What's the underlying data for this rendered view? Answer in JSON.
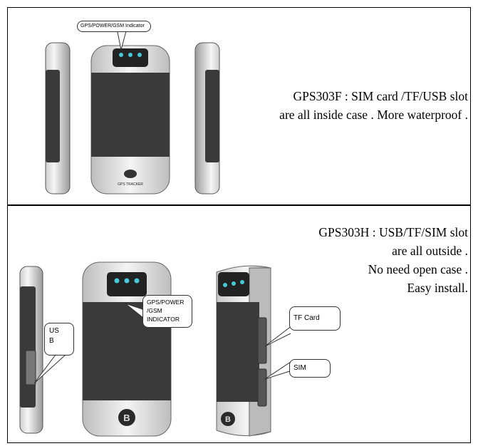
{
  "top_panel": {
    "callout_label": "GPS/POWER/GSM Indicator",
    "description_lines": [
      "GPS303F : SIM card /TF/USB slot",
      "are all inside case .  More waterproof ."
    ],
    "device_logo_text": "GPS TRACKER"
  },
  "bottom_panel": {
    "description_lines": [
      "GPS303H : USB/TF/SIM slot",
      "are all outside .",
      "No need open case .",
      "Easy install."
    ],
    "callouts": {
      "indicator": [
        "GPS/POWER",
        "/GSM",
        "INDICATOR"
      ],
      "usb": [
        "US",
        "B"
      ],
      "tf_card": "TF Card",
      "sim": "SIM"
    }
  }
}
